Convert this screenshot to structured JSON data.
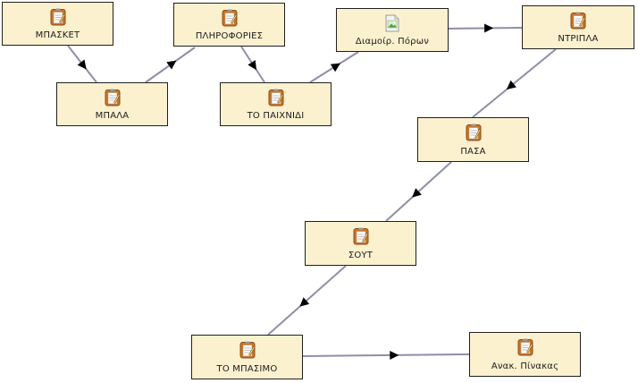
{
  "diagram": {
    "nodes": [
      {
        "id": "basket",
        "label": "ΜΠΑΣΚΕΤ",
        "icon": "notepad-icon"
      },
      {
        "id": "info",
        "label": "ΠΛΗΡΟΦΟΡΙΕΣ",
        "icon": "notepad-icon"
      },
      {
        "id": "resources",
        "label": "Διαμοίρ. Πόρων",
        "icon": "image-file-icon"
      },
      {
        "id": "dribble",
        "label": "ΝΤΡΙΠΛΑ",
        "icon": "notepad-icon"
      },
      {
        "id": "ball",
        "label": "ΜΠΑΛΑ",
        "icon": "notepad-icon"
      },
      {
        "id": "game",
        "label": "ΤΟ ΠΑΙΧΝΙΔΙ",
        "icon": "notepad-icon"
      },
      {
        "id": "pass",
        "label": "ΠΑΣΑ",
        "icon": "notepad-icon"
      },
      {
        "id": "shoot",
        "label": "ΣΟΥΤ",
        "icon": "notepad-icon"
      },
      {
        "id": "basketball",
        "label": "ΤΟ ΜΠΑΣΙΜΟ",
        "icon": "notepad-icon"
      },
      {
        "id": "board",
        "label": "Ανακ. Πίνακας",
        "icon": "notepad-icon"
      }
    ],
    "edges": [
      [
        "basket",
        "ball"
      ],
      [
        "ball",
        "info"
      ],
      [
        "info",
        "game"
      ],
      [
        "game",
        "resources"
      ],
      [
        "resources",
        "dribble"
      ],
      [
        "dribble",
        "pass"
      ],
      [
        "pass",
        "shoot"
      ],
      [
        "shoot",
        "basketball"
      ],
      [
        "basketball",
        "board"
      ]
    ],
    "colors": {
      "node_fill": "#fcf1cf",
      "node_border": "#1f1f1f",
      "edge": "#8f8ea8",
      "arrow": "#000000"
    }
  }
}
